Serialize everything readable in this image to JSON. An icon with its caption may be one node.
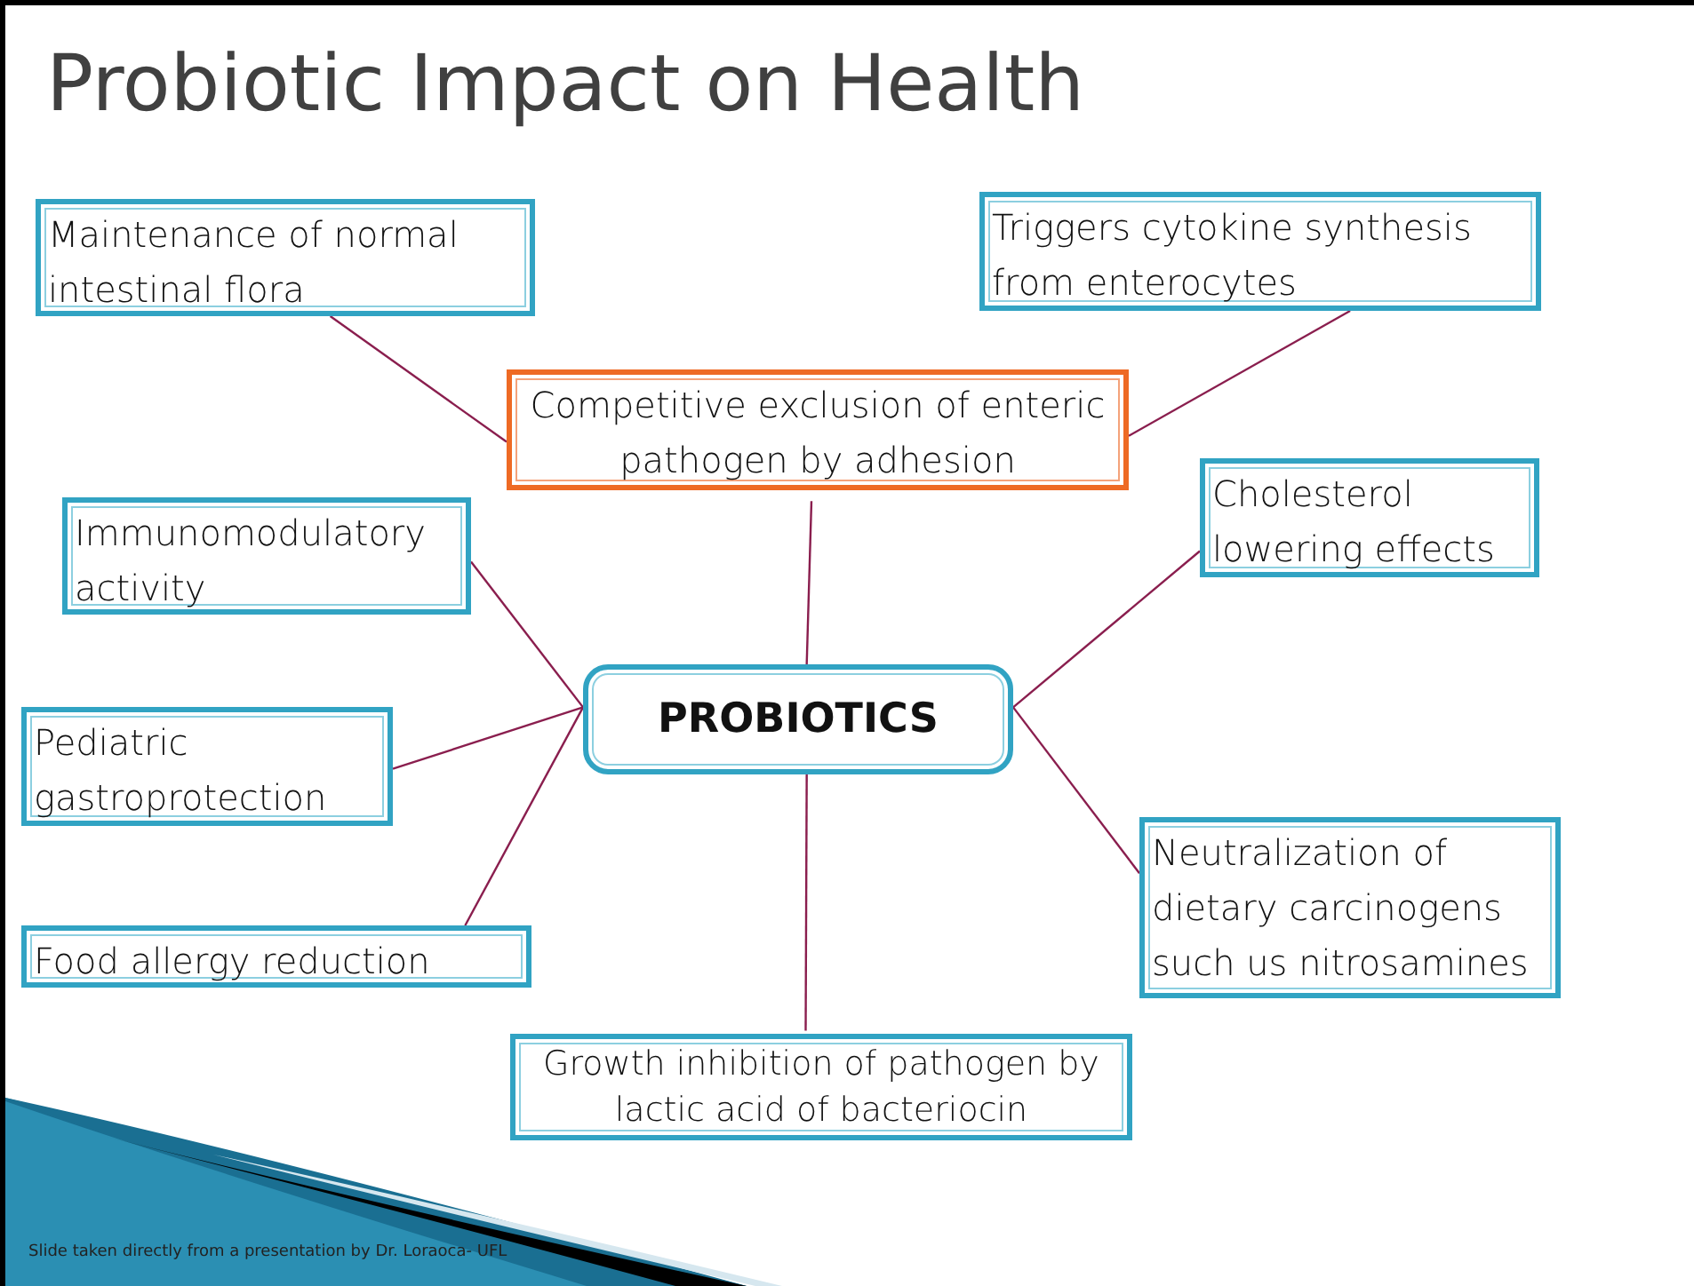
{
  "diagram": {
    "title": "Probiotic Impact on Health",
    "nodes": [
      {
        "text": [
          "Maintenance of normal intestinal flora"
        ]
      },
      {
        "text": [
          "Triggers cytokine synthesis from enterocytes"
        ]
      },
      {
        "text": [
          "Competitive exclusion of enteric pathogen by adhesion"
        ]
      },
      {
        "text": [
          "Immunomodulatory activity"
        ]
      },
      {
        "text": [
          "Cholesterol lowering effects"
        ]
      },
      {
        "text": [
          "PROBIOTICS"
        ]
      },
      {
        "text": [
          "Pediatric gastroprotection"
        ]
      },
      {
        "text": [
          "Neutralization of dietary carcinogens such us nitrosamines"
        ]
      },
      {
        "text": [
          "Food allergy reduction"
        ]
      },
      {
        "text": [
          "Growth inhibition of pathogen by lactic acid of bacteriocin"
        ]
      }
    ],
    "edges": [
      {
        "from": 0,
        "to": 2,
        "arrow": "none"
      },
      {
        "from": 1,
        "to": 2,
        "arrow": "none"
      },
      {
        "from": 2,
        "to": 5,
        "arrow": "none"
      },
      {
        "from": 3,
        "to": 5,
        "arrow": "none"
      },
      {
        "from": 6,
        "to": 5,
        "arrow": "none"
      },
      {
        "from": 8,
        "to": 5,
        "arrow": "none"
      },
      {
        "from": 4,
        "to": 5,
        "arrow": "none"
      },
      {
        "from": 7,
        "to": 5,
        "arrow": "none"
      },
      {
        "from": 9,
        "to": 5,
        "arrow": "none"
      }
    ],
    "labels": [
      "Slide taken directly from a presentation by Dr. Loraoca- UFL"
    ]
  }
}
